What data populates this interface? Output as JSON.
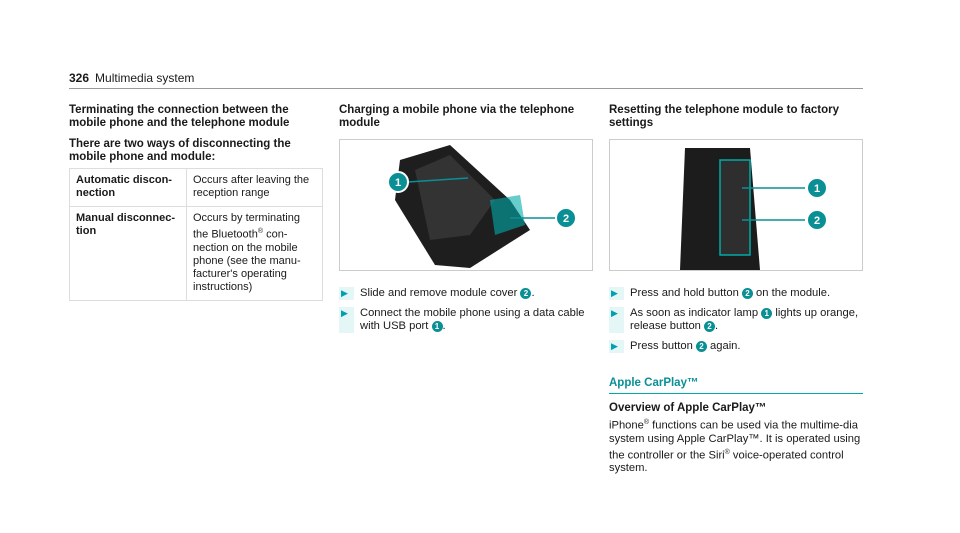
{
  "header": {
    "page_number": "326",
    "section": "Multimedia system"
  },
  "col1": {
    "heading": "Terminating the connection between the mobile phone and the telephone module",
    "subheading": "There are two ways of disconnecting the mobile phone and module:",
    "rows": [
      {
        "key": "Automatic discon-nection",
        "value": "Occurs after leaving the reception range"
      },
      {
        "key": "Manual disconnec-tion",
        "value_pre": "Occurs by terminating the Bluetooth",
        "value_sup": "®",
        "value_post": " con-nection on the mobile phone (see the manu-facturer's operating instructions)"
      }
    ]
  },
  "col2": {
    "heading": "Charging a mobile phone via the telephone module",
    "callouts": [
      "1",
      "2"
    ],
    "steps": [
      {
        "pre": "Slide and remove module cover ",
        "num": "2",
        "post": "."
      },
      {
        "pre": "Connect the mobile phone using a data cable with USB port ",
        "num": "1",
        "post": "."
      }
    ]
  },
  "col3": {
    "heading": "Resetting the telephone module to factory settings",
    "callouts": [
      "1",
      "2"
    ],
    "steps": [
      {
        "pre": "Press and hold button ",
        "num": "2",
        "post": " on the module."
      },
      {
        "pre": "As soon as indicator lamp ",
        "num": "1",
        "mid": " lights up orange, release button ",
        "num2": "2",
        "post": "."
      },
      {
        "pre": "Press button ",
        "num": "2",
        "post": " again."
      }
    ],
    "section": "Apple CarPlay™",
    "subheading": "Overview of Apple CarPlay™",
    "para": {
      "a": "iPhone",
      "sup1": "®",
      "b": " functions can be used via the multime-dia system using Apple CarPlay™. It is operated using the controller or the Siri",
      "sup2": "®",
      "c": " voice-operated control system."
    }
  },
  "colors": {
    "accent": "#0a8f95"
  }
}
